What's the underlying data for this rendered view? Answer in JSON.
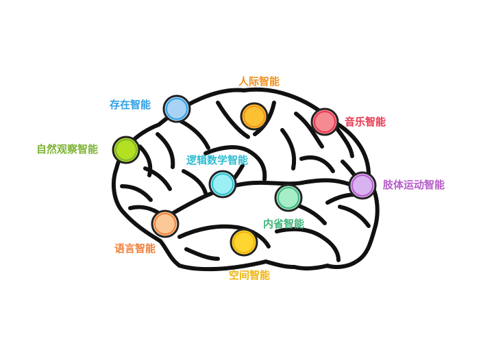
{
  "diagram": {
    "nodes": [
      {
        "id": "existential",
        "label": "存在智能",
        "color": "#2E9FE6",
        "fill": "#A9D3F5"
      },
      {
        "id": "interpersonal",
        "label": "人际智能",
        "color": "#F0921E",
        "fill": "#FBC132"
      },
      {
        "id": "musical",
        "label": "音乐智能",
        "color": "#E8364D",
        "fill": "#F58A93"
      },
      {
        "id": "naturalist",
        "label": "自然观察智能",
        "color": "#7DB335",
        "fill": "#B4E024"
      },
      {
        "id": "logical",
        "label": "逻辑数学智能",
        "color": "#2DBDD0",
        "fill": "#9CF0F4"
      },
      {
        "id": "bodily",
        "label": "肢体运动智能",
        "color": "#B65AC9",
        "fill": "#D9B2F0"
      },
      {
        "id": "intrapersonal",
        "label": "内省智能",
        "color": "#3FB47A",
        "fill": "#A6EDC8"
      },
      {
        "id": "linguistic",
        "label": "语言智能",
        "color": "#F07F3A",
        "fill": "#FBC898"
      },
      {
        "id": "spatial",
        "label": "空间智能",
        "color": "#EFB40E",
        "fill": "#FFD630"
      }
    ]
  }
}
